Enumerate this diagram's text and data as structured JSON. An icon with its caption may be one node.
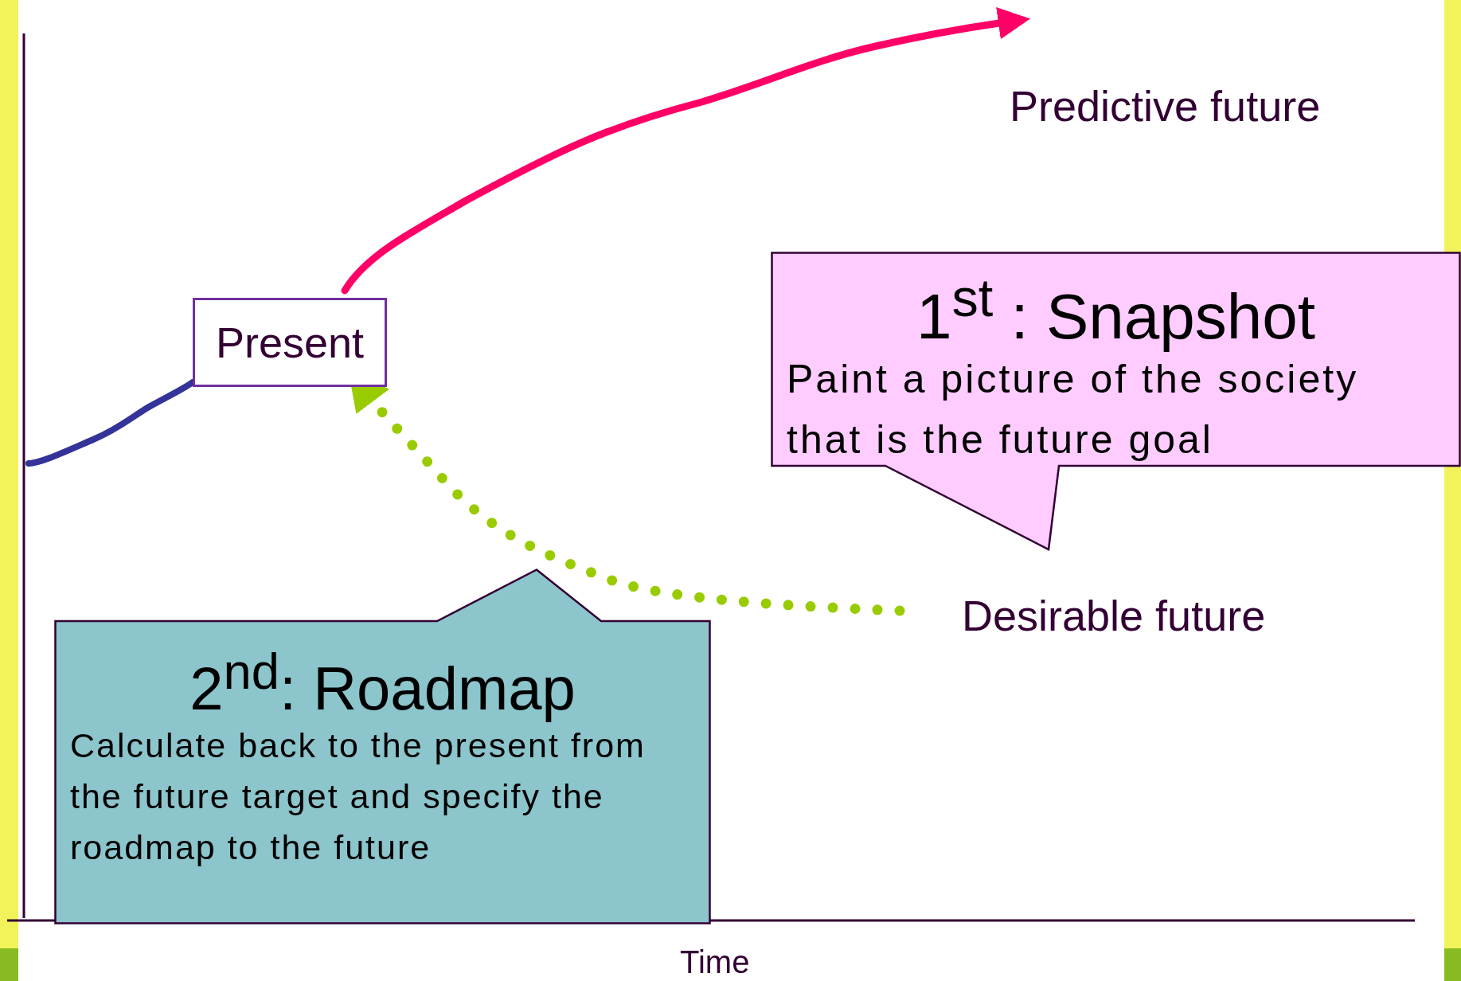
{
  "diagram": {
    "nodes": [
      {
        "text": [
          "Predictive future"
        ]
      },
      {
        "text": [
          "Present"
        ]
      },
      {
        "text": [
          "1$^{st}$ : Snapshot",
          "Paint a picture of the society that is the future goal"
        ]
      },
      {
        "text": [
          "Desirable future"
        ]
      },
      {
        "text": [
          "2$^{nd}$: Roadmap",
          "Calculate back to the present from the future target and specify the roadmap to the future"
        ]
      }
    ],
    "edges": [
      {
        "from": 1,
        "to": 0,
        "arrow": "to",
        "color": "#ff0066"
      },
      {
        "from": null,
        "to": 1,
        "arrow": "none",
        "color": "#333399"
      },
      {
        "from": 3,
        "to": 1,
        "arrow": "to",
        "style": "dashed",
        "color": "#99cc00"
      }
    ],
    "labels": [
      "Time"
    ]
  }
}
